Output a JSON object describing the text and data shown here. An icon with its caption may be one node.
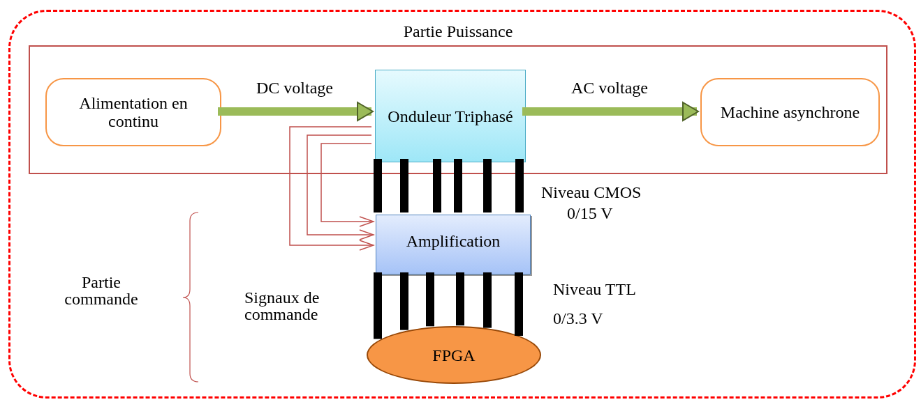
{
  "diagram": {
    "nodes": [
      {
        "text": [],
        "shape": "box"
      },
      {
        "text": [
          "Partie Puissance"
        ],
        "in": 0
      },
      {
        "text": [
          "Alimentation en continu"
        ],
        "in": 1
      },
      {
        "text": [
          "Onduleur Triphasé"
        ],
        "in": 1
      },
      {
        "text": [
          "Machine asynchrone"
        ],
        "in": 1
      },
      {
        "text": [
          "Amplification"
        ],
        "in": 0
      },
      {
        "text": [
          "FPGA"
        ],
        "in": 0
      }
    ],
    "edges": [
      {
        "from": 2,
        "to": 3,
        "arrow": "to",
        "label": "DC voltage",
        "color": "#9bbb59"
      },
      {
        "from": 3,
        "to": 4,
        "arrow": "to",
        "label": "AC voltage",
        "color": "#9bbb59"
      },
      {
        "from": 3,
        "to": 5,
        "arrow": "to",
        "color": "#c0504d"
      },
      {
        "from": 3,
        "to": 5,
        "arrow": "to",
        "color": "#c0504d"
      },
      {
        "from": 3,
        "to": 5,
        "arrow": "to",
        "color": "#c0504d"
      },
      {
        "from": 3,
        "to": 5,
        "arrow": "none"
      },
      {
        "from": 3,
        "to": 5,
        "arrow": "none"
      },
      {
        "from": 3,
        "to": 5,
        "arrow": "none"
      },
      {
        "from": 3,
        "to": 5,
        "arrow": "none"
      },
      {
        "from": 3,
        "to": 5,
        "arrow": "none"
      },
      {
        "from": 3,
        "to": 5,
        "arrow": "none"
      },
      {
        "from": 5,
        "to": 6,
        "arrow": "none"
      },
      {
        "from": 5,
        "to": 6,
        "arrow": "none"
      },
      {
        "from": 5,
        "to": 6,
        "arrow": "none"
      },
      {
        "from": 5,
        "to": 6,
        "arrow": "none"
      },
      {
        "from": 5,
        "to": 6,
        "arrow": "none"
      },
      {
        "from": 5,
        "to": 6,
        "arrow": "none"
      }
    ],
    "labels": [
      "Niveau CMOS",
      "0/15 V",
      "Partie commande",
      "Signaux de commande",
      "Niveau TTL",
      "0/3.3 V"
    ]
  }
}
